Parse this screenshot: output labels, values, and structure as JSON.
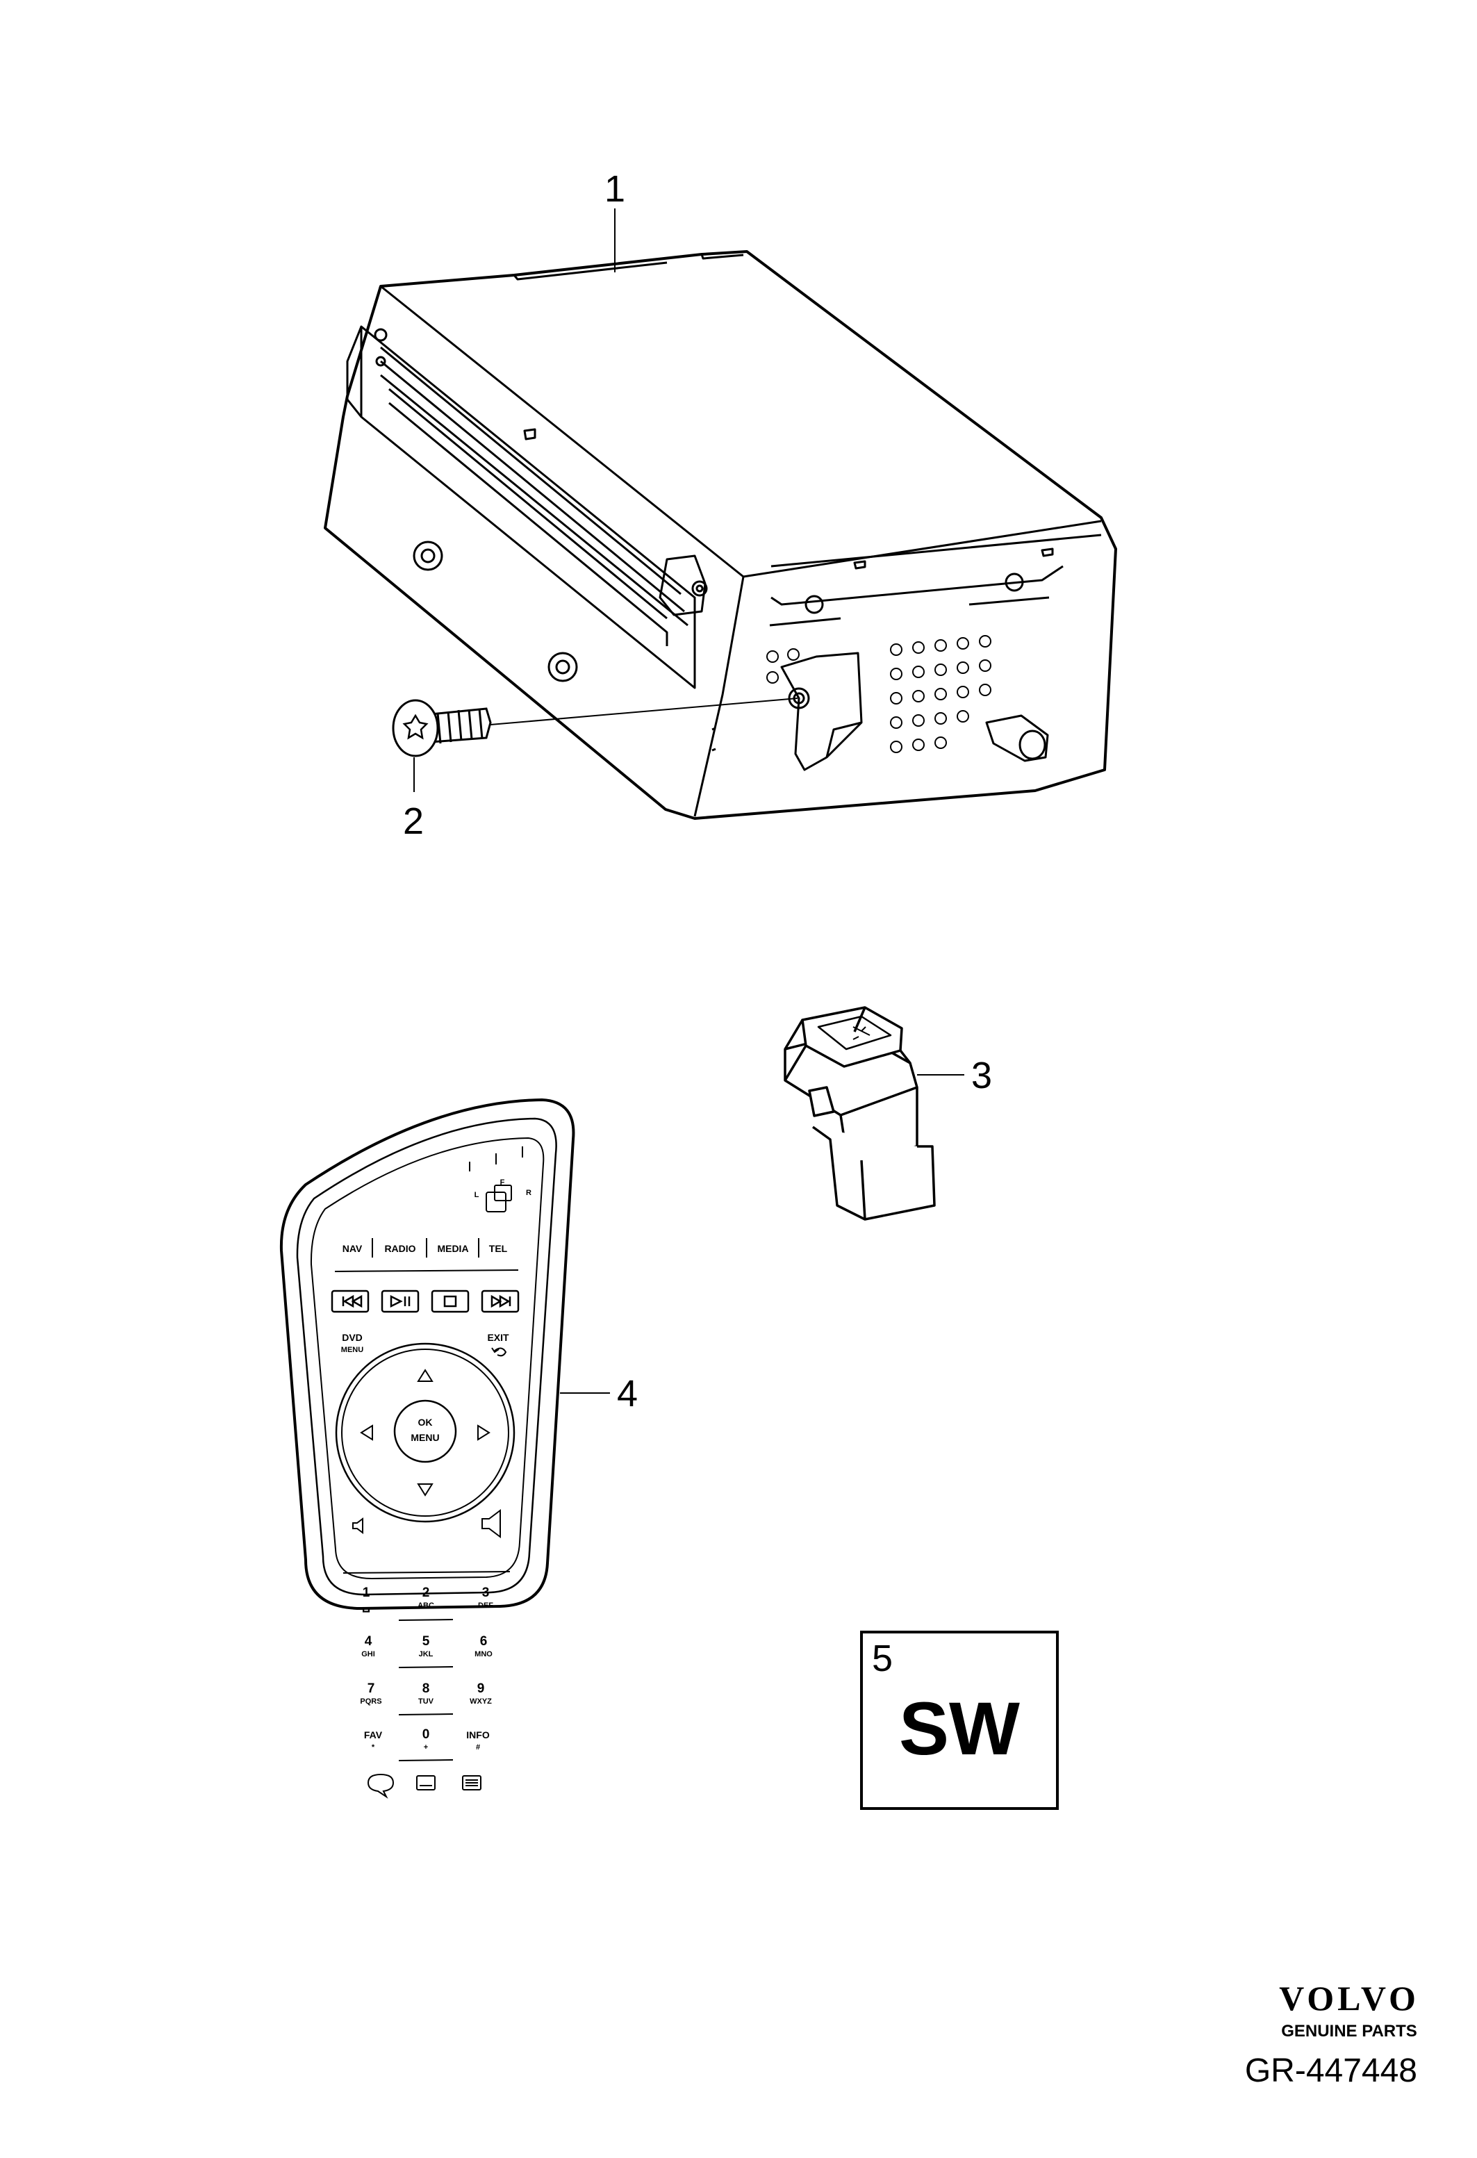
{
  "callouts": {
    "p1": "1",
    "p2": "2",
    "p3": "3",
    "p4": "4",
    "p5": "5"
  },
  "sw_label": "SW",
  "remote": {
    "orientation": {
      "left": "L",
      "front": "F",
      "right": "R"
    },
    "modes": [
      "NAV",
      "RADIO",
      "MEDIA",
      "TEL"
    ],
    "dvd": "DVD",
    "dvd_sub": "MENU",
    "exit": "EXIT",
    "ok": "OK",
    "ok_sub": "MENU",
    "keys": [
      {
        "num": "1",
        "sub": "␣"
      },
      {
        "num": "2",
        "sub": "ABC"
      },
      {
        "num": "3",
        "sub": "DEF"
      },
      {
        "num": "4",
        "sub": "GHI"
      },
      {
        "num": "5",
        "sub": "JKL"
      },
      {
        "num": "6",
        "sub": "MNO"
      },
      {
        "num": "7",
        "sub": "PQRS"
      },
      {
        "num": "8",
        "sub": "TUV"
      },
      {
        "num": "9",
        "sub": "WXYZ"
      },
      {
        "num": "FAV",
        "sub": "*"
      },
      {
        "num": "0",
        "sub": "+"
      },
      {
        "num": "INFO",
        "sub": "#"
      }
    ]
  },
  "brand": {
    "name": "VOLVO",
    "tagline": "GENUINE PARTS"
  },
  "reference": "GR-447448"
}
